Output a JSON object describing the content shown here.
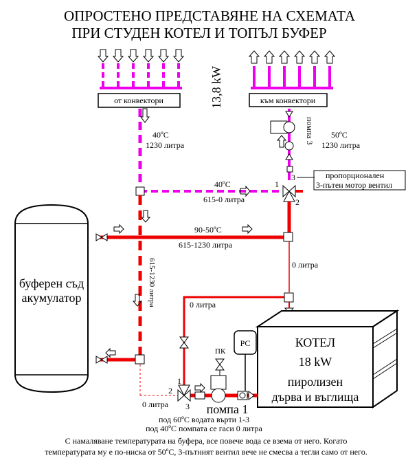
{
  "title": {
    "line1": "ОПРОСТЕНО ПРЕДСТАВЯНЕ НА СХЕМАТА",
    "line2": "ПРИ СТУДЕН КОТЕЛ И ТОПЪЛ БУФЕР"
  },
  "power_label": "13,8 kW",
  "convector": {
    "from_label": "от конвектори",
    "to_label": "към конвектори"
  },
  "pump3": {
    "label": "помпа 3"
  },
  "flows": {
    "return_temp": "40ºC",
    "return_volume": "1230 литра",
    "supply_temp": "50ºC",
    "supply_volume": "1230 литра",
    "mix_temp": "40ºC",
    "mix_volume": "615-0 литра",
    "buffer_temp": "90-50ºC",
    "buffer_volume": "615-1230 литра",
    "boiler_pipe_volume": "0 литра",
    "boiler_loop_volume": "0 литра",
    "buffer_return_volume": "615-1230 литра",
    "pump1_bypass_volume": "0 литра"
  },
  "valve": {
    "name_line1": "пропорционален",
    "name_line2": "3-пътен мотор вентил",
    "port1": "1",
    "port2": "2",
    "port3": "3"
  },
  "valve_lower": {
    "port1": "1",
    "port2": "2",
    "port3": "3"
  },
  "buffer": {
    "line1": "буферен съд",
    "line2": "акумулатор"
  },
  "boiler": {
    "line1": "КОТЕЛ",
    "line2": "18 kW",
    "line3": "пиролизен",
    "line4": "дърва и въглища"
  },
  "pk_label": "ПК",
  "pc_label": "РС",
  "pump1": {
    "label": "помпа 1",
    "note1": "под 60ºC водата върти 1-3",
    "note2": "под 40ºC помпата се гаси 0 литра"
  },
  "footer": {
    "line1": "С намаляване температурата на буфера, все повече вода се взема от него. Когато",
    "line2": "температурата му е по-ниска от 50ºC, 3-пътният вентил вече не смесва а тегли само от него."
  },
  "colors": {
    "hot": "#ee0000",
    "return": "#ee0000",
    "convector": "#ee00ee",
    "line": "#000000"
  }
}
